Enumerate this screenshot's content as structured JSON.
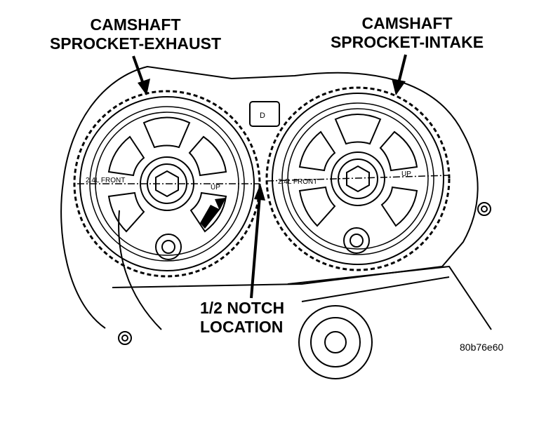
{
  "labels": {
    "exhaust": {
      "line1": "CAMSHAFT",
      "line2": "SPROCKET-EXHAUST"
    },
    "intake": {
      "line1": "CAMSHAFT",
      "line2": "SPROCKET-INTAKE"
    },
    "notch": {
      "line1": "1/2 NOTCH",
      "line2": "LOCATION"
    }
  },
  "engravings": {
    "exhaust_front": "2.4L FRONT",
    "exhaust_up": "UP",
    "intake_front": "2.4L FRONT",
    "intake_up": "UP"
  },
  "figure_id": "80b76e60",
  "colors": {
    "ink": "#000000",
    "paper": "#ffffff"
  }
}
